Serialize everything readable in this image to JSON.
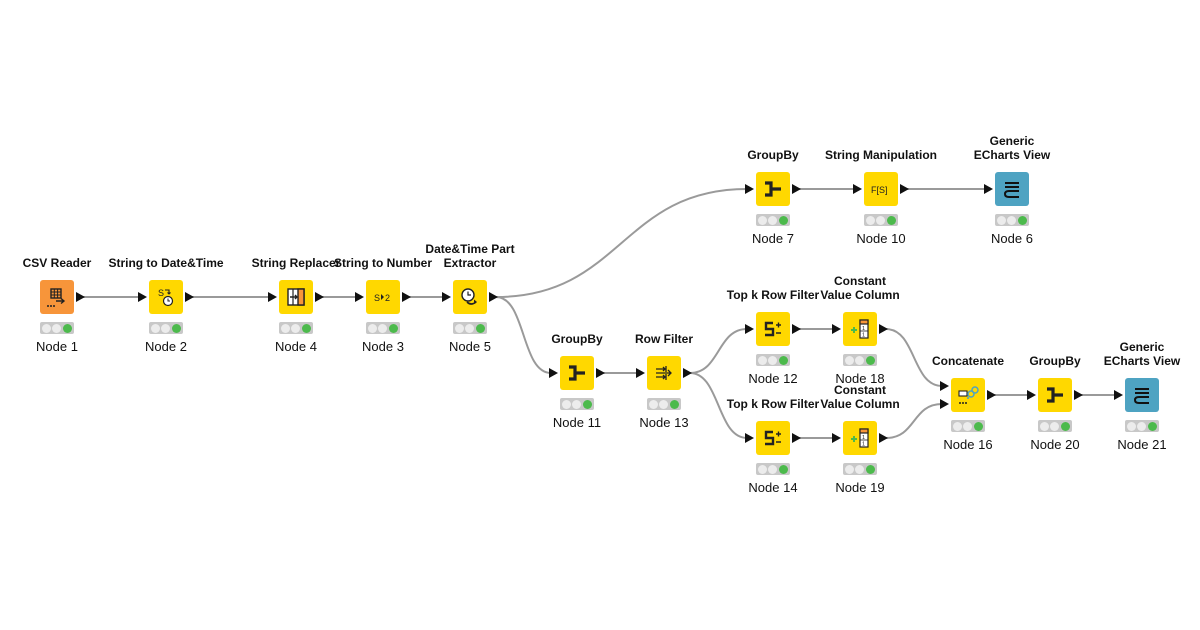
{
  "colors": {
    "manipulator": "#ffd800",
    "source": "#f7953a",
    "view": "#4ea3c2",
    "edge": "#9a9a9a",
    "status_green": "#4cba4c"
  },
  "nodes": [
    {
      "id": "n1",
      "title": "CSV Reader",
      "label": "Node 1",
      "type": "source",
      "icon": "csv-reader-icon"
    },
    {
      "id": "n2",
      "title": "String to Date&Time",
      "label": "Node 2",
      "type": "manipulator",
      "icon": "string-to-datetime-icon"
    },
    {
      "id": "n4",
      "title": "String Replacer",
      "label": "Node 4",
      "type": "manipulator",
      "icon": "string-replacer-icon"
    },
    {
      "id": "n3",
      "title": "String to Number",
      "label": "Node 3",
      "type": "manipulator",
      "icon": "string-to-number-icon"
    },
    {
      "id": "n5",
      "title": "Date&Time Part\nExtractor",
      "label": "Node 5",
      "type": "manipulator",
      "icon": "datetime-extractor-icon"
    },
    {
      "id": "n7",
      "title": "GroupBy",
      "label": "Node 7",
      "type": "manipulator",
      "icon": "groupby-icon"
    },
    {
      "id": "n10",
      "title": "String Manipulation",
      "label": "Node 10",
      "type": "manipulator",
      "icon": "string-manipulation-icon"
    },
    {
      "id": "n6",
      "title": "Generic\nECharts View",
      "label": "Node 6",
      "type": "view",
      "icon": "echarts-view-icon"
    },
    {
      "id": "n11",
      "title": "GroupBy",
      "label": "Node 11",
      "type": "manipulator",
      "icon": "groupby-icon"
    },
    {
      "id": "n13",
      "title": "Row Filter",
      "label": "Node 13",
      "type": "manipulator",
      "icon": "row-filter-icon"
    },
    {
      "id": "n12",
      "title": "Top k Row Filter",
      "label": "Node 12",
      "type": "manipulator",
      "icon": "top-k-icon"
    },
    {
      "id": "n18",
      "title": "Constant\nValue Column",
      "label": "Node 18",
      "type": "manipulator",
      "icon": "constant-value-icon"
    },
    {
      "id": "n14",
      "title": "Top k Row Filter",
      "label": "Node 14",
      "type": "manipulator",
      "icon": "top-k-icon"
    },
    {
      "id": "n19",
      "title": "Constant\nValue Column",
      "label": "Node 19",
      "type": "manipulator",
      "icon": "constant-value-icon"
    },
    {
      "id": "n16",
      "title": "Concatenate",
      "label": "Node 16",
      "type": "manipulator",
      "icon": "concatenate-icon"
    },
    {
      "id": "n20",
      "title": "GroupBy",
      "label": "Node 20",
      "type": "manipulator",
      "icon": "groupby-icon"
    },
    {
      "id": "n21",
      "title": "Generic\nECharts View",
      "label": "Node 21",
      "type": "view",
      "icon": "echarts-view-icon"
    }
  ],
  "edges": [
    [
      "n1",
      "n2"
    ],
    [
      "n2",
      "n4"
    ],
    [
      "n4",
      "n3"
    ],
    [
      "n3",
      "n5"
    ],
    [
      "n5",
      "n7"
    ],
    [
      "n7",
      "n10"
    ],
    [
      "n10",
      "n6"
    ],
    [
      "n5",
      "n11"
    ],
    [
      "n11",
      "n13"
    ],
    [
      "n13",
      "n12"
    ],
    [
      "n12",
      "n18"
    ],
    [
      "n13",
      "n14"
    ],
    [
      "n14",
      "n19"
    ],
    [
      "n18",
      "n16"
    ],
    [
      "n19",
      "n16"
    ],
    [
      "n16",
      "n20"
    ],
    [
      "n20",
      "n21"
    ]
  ]
}
